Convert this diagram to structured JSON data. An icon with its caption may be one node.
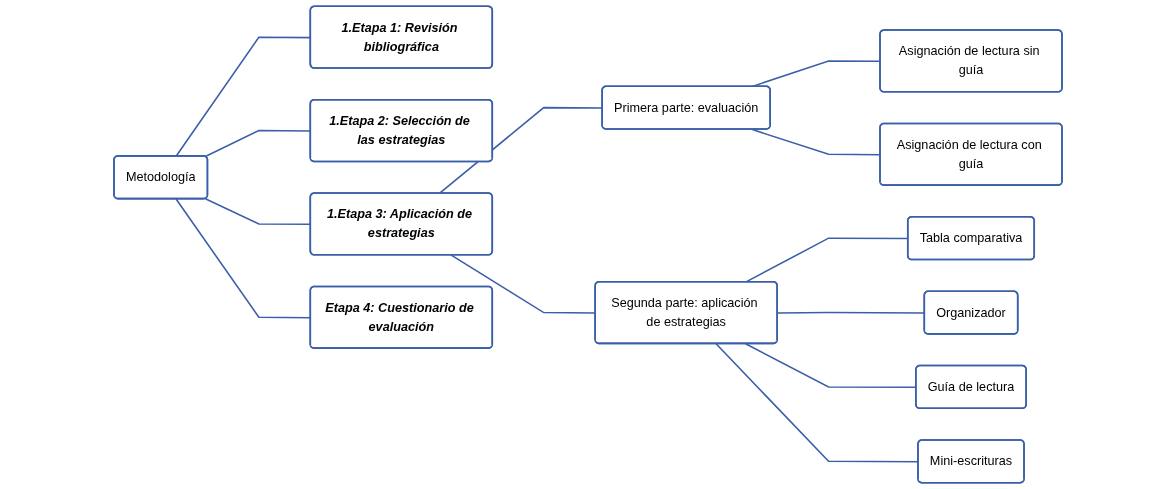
{
  "diagram": {
    "nodes": [
      {
        "text": [
          "Metodología"
        ]
      },
      {
        "text": [
          "1.Etapa 1: Revisión bibliográfica"
        ]
      },
      {
        "text": [
          "1.Etapa 2: Selección de las estrategias"
        ]
      },
      {
        "text": [
          "1.Etapa 3: Aplicación de estrategias"
        ]
      },
      {
        "text": [
          "Etapa 4: Cuestionario de evaluación"
        ]
      },
      {
        "text": [
          "Primera parte: evaluación"
        ]
      },
      {
        "text": [
          "Segunda parte: aplicación de estrategias"
        ]
      },
      {
        "text": [
          "Asignación de lectura sin guía"
        ]
      },
      {
        "text": [
          "Asignación de lectura con guía"
        ]
      },
      {
        "text": [
          "Tabla comparativa"
        ]
      },
      {
        "text": [
          "Organizador"
        ]
      },
      {
        "text": [
          "Guía de lectura"
        ]
      },
      {
        "text": [
          "Mini-escrituras"
        ]
      }
    ],
    "edges": [
      {
        "from": 0,
        "to": 1,
        "arrow": "none"
      },
      {
        "from": 0,
        "to": 2,
        "arrow": "none"
      },
      {
        "from": 0,
        "to": 3,
        "arrow": "none"
      },
      {
        "from": 0,
        "to": 4,
        "arrow": "none"
      },
      {
        "from": 3,
        "to": 5,
        "arrow": "none"
      },
      {
        "from": 3,
        "to": 6,
        "arrow": "none"
      },
      {
        "from": 5,
        "to": 7,
        "arrow": "none"
      },
      {
        "from": 5,
        "to": 8,
        "arrow": "none"
      },
      {
        "from": 6,
        "to": 9,
        "arrow": "none"
      },
      {
        "from": 6,
        "to": 10,
        "arrow": "none"
      },
      {
        "from": 6,
        "to": 11,
        "arrow": "none"
      },
      {
        "from": 6,
        "to": 12,
        "arrow": "none"
      }
    ]
  }
}
